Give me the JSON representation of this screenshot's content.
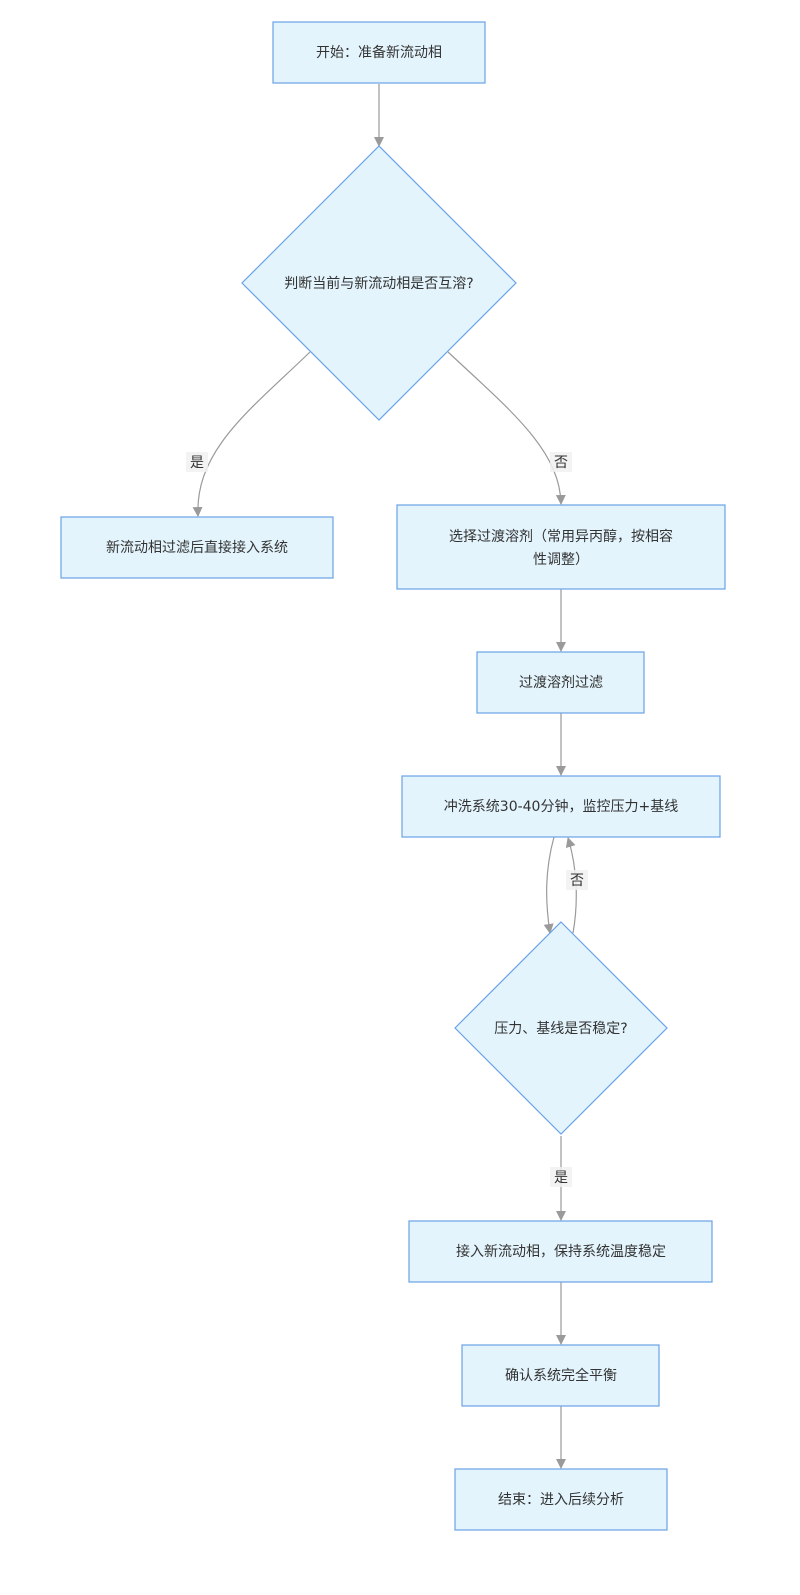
{
  "nodes": {
    "start": "开始：准备新流动相",
    "judge_miscible": "判断当前与新流动相是否互溶?",
    "direct_connect": "新流动相过滤后直接接入系统",
    "transition_solvent_line1": "选择过渡溶剂（常用异丙醇，按相容",
    "transition_solvent_line2": "性调整）",
    "filter_transition": "过渡溶剂过滤",
    "flush_system": "冲洗系统30-40分钟，监控压力+基线",
    "judge_stable": "压力、基线是否稳定?",
    "connect_new": "接入新流动相，保持系统温度稳定",
    "confirm_balance": "确认系统完全平衡",
    "end": "结束：进入后续分析"
  },
  "edges": {
    "yes_direct": "是",
    "no_transition": "否",
    "no_reflush": "否",
    "yes_connect": "是"
  }
}
